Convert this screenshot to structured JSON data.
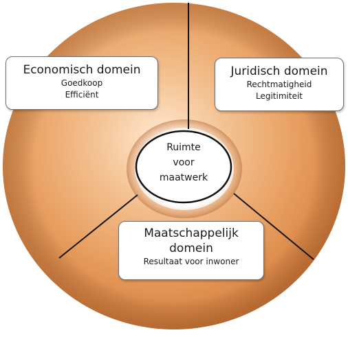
{
  "diagram": {
    "center_label_lines": [
      "Ruimte",
      "voor",
      "maatwerk"
    ],
    "domains": {
      "economic": {
        "title": "Economisch domein",
        "lines": [
          "Goedkoop",
          "Efficiënt"
        ]
      },
      "legal": {
        "title": "Juridisch domein",
        "lines": [
          "Rechtmatigheid",
          "Legitimiteit"
        ]
      },
      "social": {
        "title_lines": [
          "Maatschappelijk",
          "domein"
        ],
        "lines": [
          "Resultaat voor inwoner"
        ]
      }
    }
  },
  "colors": {
    "donut_light": "#f3bd8a",
    "donut_mid": "#e59b5c",
    "donut_dark": "#c8773e",
    "divider": "#111111",
    "background": "#ffffff"
  }
}
